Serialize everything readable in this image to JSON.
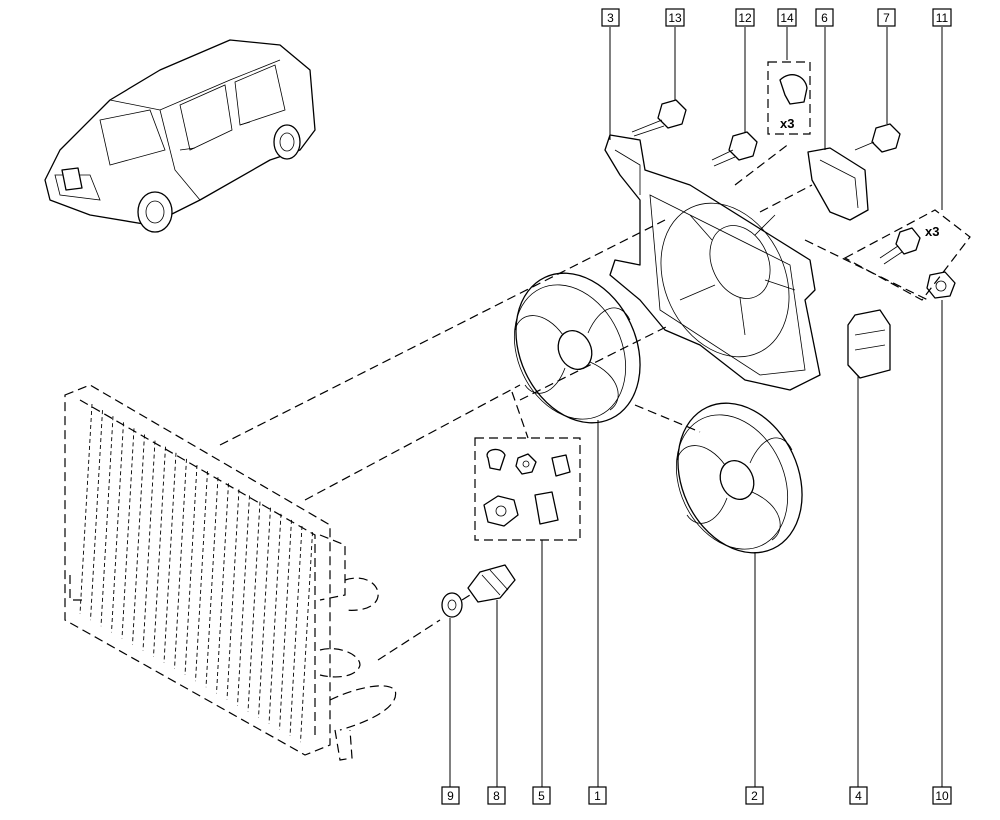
{
  "callouts": {
    "top": [
      "3",
      "13",
      "12",
      "14",
      "6",
      "7",
      "11"
    ],
    "bottom": [
      "9",
      "8",
      "5",
      "1",
      "2",
      "4",
      "10"
    ]
  },
  "quantities": {
    "clip_group": "x3",
    "bolt_group": "x3"
  },
  "colors": {
    "ink": "#000000",
    "paper": "#ffffff"
  }
}
